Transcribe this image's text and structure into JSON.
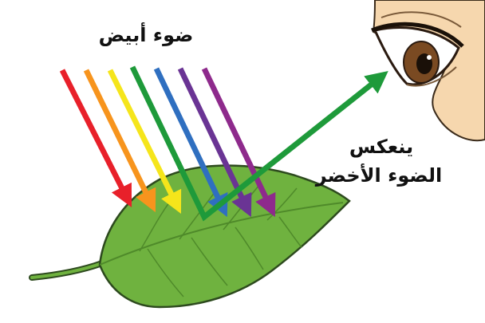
{
  "labels": {
    "white_light": "ضوء أبيض",
    "reflect_line1": "ينعكس",
    "reflect_line2": "الضوء الأخضر"
  },
  "colors": {
    "rays": [
      "#e8202a",
      "#f7941d",
      "#f5e51b",
      "#2a9a3c",
      "#2f6fc0",
      "#6a3494",
      "#8e2a8c"
    ],
    "reflected": "#1e9a3a",
    "leaf": "#6fb23f",
    "leaf_outline": "#2d4a1e",
    "skin": "#f6d7ae"
  },
  "icons": {
    "leaf": "leaf-icon",
    "eye": "eye-icon"
  }
}
